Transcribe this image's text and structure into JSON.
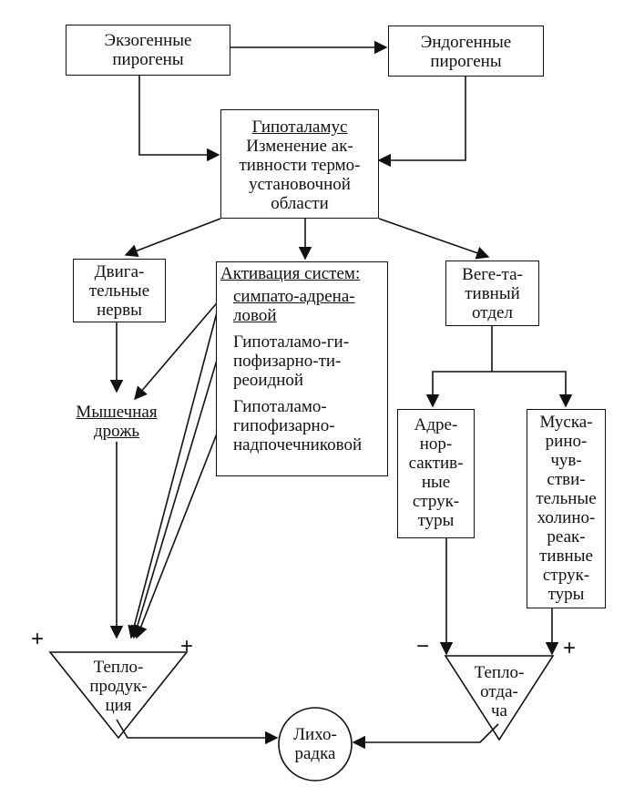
{
  "exogenous": {
    "lines": [
      "Экзогенные",
      "пирогены"
    ]
  },
  "endogenous": {
    "lines": [
      "Эндогенные",
      "пирогены"
    ]
  },
  "hypothalamus": {
    "title": "Гипоталамус",
    "lines": [
      "Изменение ак-",
      "тивности термо-",
      "установочной",
      "области"
    ]
  },
  "motor_nerves": {
    "lines": [
      "Двига-",
      "тельные",
      "нервы"
    ]
  },
  "activation": {
    "title": "Активация систем:",
    "items": [
      {
        "lines": [
          "симпато-адрена-",
          "ловой"
        ]
      },
      {
        "lines": [
          "Гипоталамо-ги-",
          "пофизарно-ти-",
          "реоидной"
        ]
      },
      {
        "lines": [
          "Гипоталамо-",
          "гипофизарно-",
          "надпочечниковой"
        ]
      }
    ]
  },
  "vegetative": {
    "lines": [
      "Веге-та-",
      "тивный",
      "отдел"
    ]
  },
  "muscle_tremor": {
    "lines": [
      "Мышечная",
      "дрожь"
    ]
  },
  "adrenoreactive": {
    "lines": [
      "Адре-",
      "нор-",
      "сактив-",
      "ные",
      "струк-",
      "туры"
    ]
  },
  "muscarinic": {
    "lines": [
      "Муска-",
      "рино-",
      "чув-",
      "стви-",
      "тельные",
      "холино-",
      "реак-",
      "тивные",
      "струк-",
      "туры"
    ]
  },
  "heat_production": {
    "lines": [
      "Тепло-",
      "продук-",
      "ция"
    ]
  },
  "heat_loss": {
    "lines": [
      "Тепло-",
      "отда-",
      "ча"
    ]
  },
  "fever": {
    "lines": [
      "Лихо-",
      "радка"
    ]
  },
  "signs": {
    "heat_production_left": "+",
    "heat_production_right": "+",
    "heat_loss_left": "−",
    "heat_loss_right": "+"
  }
}
